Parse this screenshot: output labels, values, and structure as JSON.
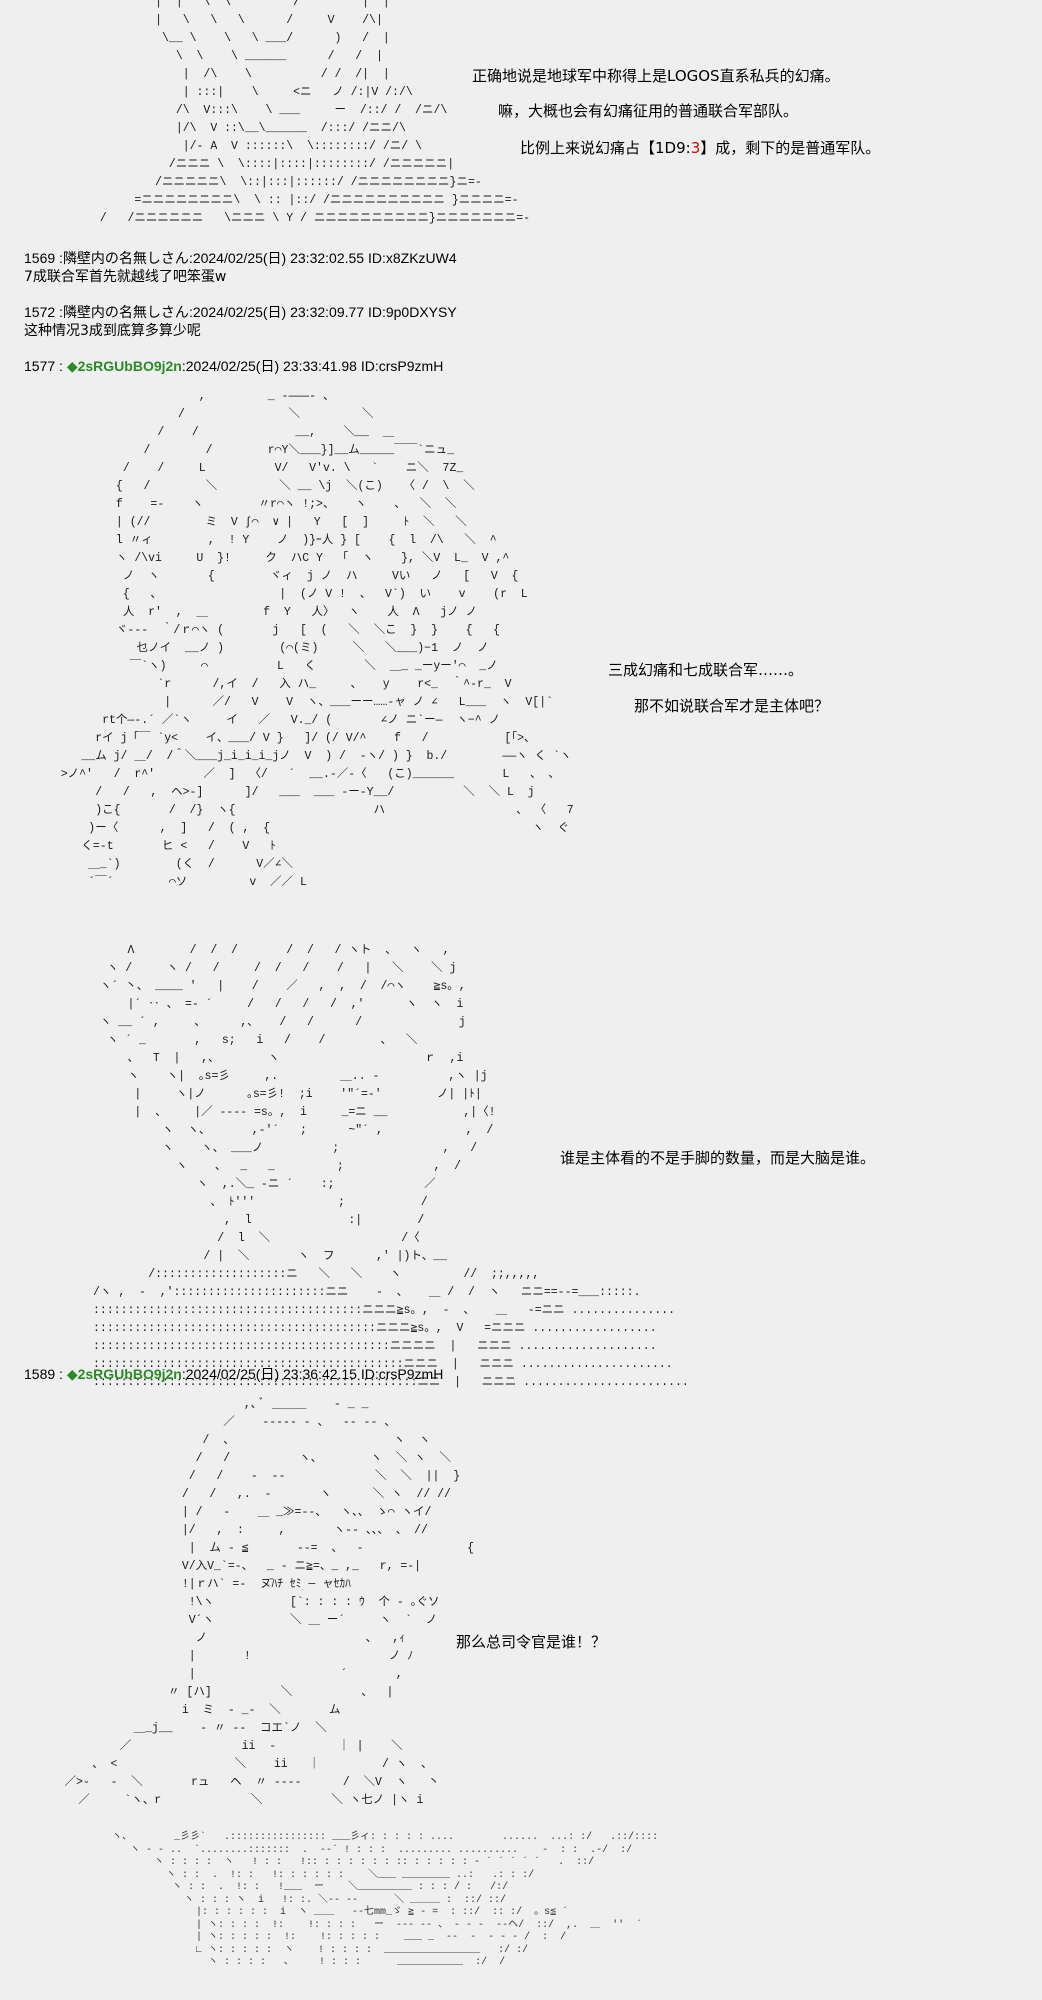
{
  "panel1": {
    "line1": "正确地说是地球军中称得上是LOGOS直系私兵的幻痛。",
    "line2": "嘛，大概也会有幻痛征用的普通联合军部队。",
    "line3_pre": "比例上来说幻痛占【1D9:",
    "line3_red": "3",
    "line3_post": "】成，剩下的是普通军队。"
  },
  "posts": [
    {
      "number": "1569",
      "sep": ":",
      "name": "隣壁内の名無しさん",
      "date": ":2024/02/25(日) 23:32:02.55",
      "id": "ID:x8ZKzUW4",
      "body": "7成联合军首先就越线了吧笨蛋w"
    },
    {
      "number": "1572",
      "sep": ":",
      "name": "隣壁内の名無しさん",
      "date": ":2024/02/25(日) 23:32:09.77",
      "id": "ID:9p0DXYSY",
      "body": "这种情况3成到底算多算少呢"
    },
    {
      "number": "1577",
      "sep": ":",
      "trip": "◆2sRGUbBO9j2n",
      "date": ":2024/02/25(日) 23:33:41.98",
      "id": "ID:crsP9zmH"
    },
    {
      "number": "1589",
      "sep": ":",
      "trip": "◆2sRGUbBO9j2n",
      "date": ":2024/02/25(日) 23:36:42.15",
      "id": "ID:crsP9zmH"
    }
  ],
  "panel2": {
    "line1": "三成幻痛和七成联合军……。",
    "line2": "那不如说联合军才是主体吧？"
  },
  "panel3": {
    "line1": "谁是主体看的不是手脚的数量，而是大脑是谁。"
  },
  "panel4": {
    "line1": "那么总司令官是谁！？"
  }
}
